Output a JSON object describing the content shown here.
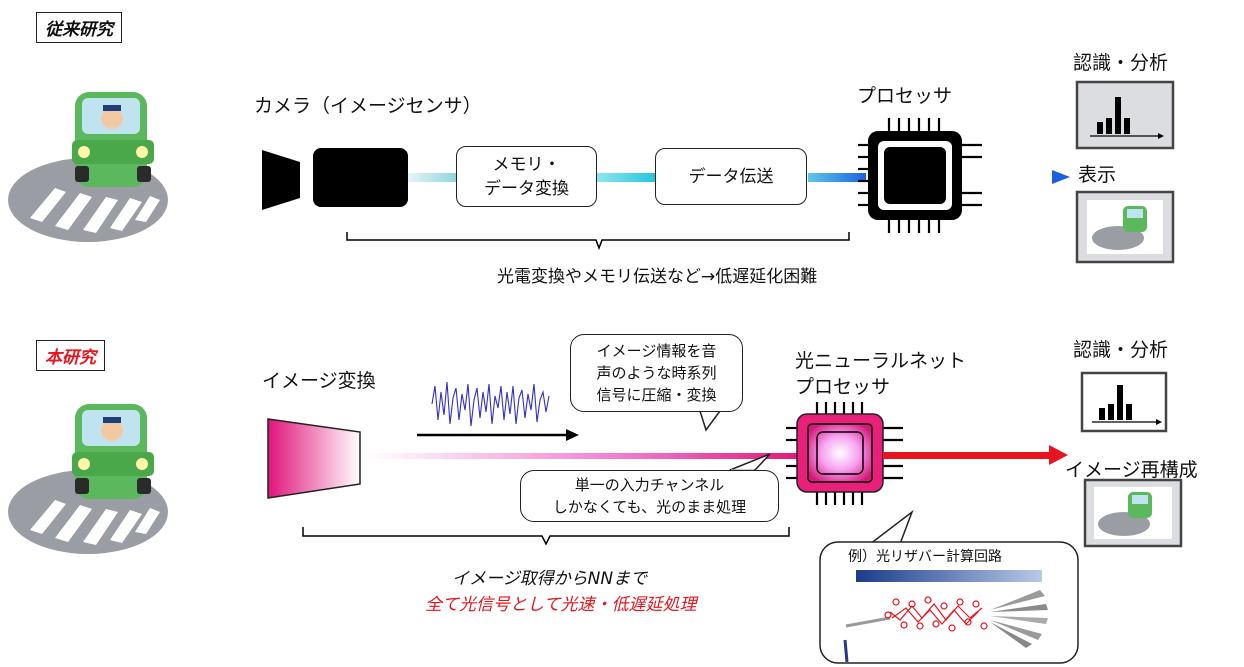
{
  "top": {
    "tag": "従来研究",
    "camera_label": "カメラ（イメージセンサ）",
    "box1": "メモリ・\nデータ変換",
    "box2": "データ伝送",
    "processor_label": "プロセッサ",
    "recognition_label": "認識・分析",
    "display_label": "表示",
    "brace_caption": "光電変換やメモリ伝送など→低遅延化困難"
  },
  "bottom": {
    "tag": "本研究",
    "image_convert_label": "イメージ変換",
    "bubble1": "イメージ情報を音\n声のような時系列\n信号に圧縮・変換",
    "processor_label": "光ニューラルネット\nプロセッサ",
    "recognition_label": "認識・分析",
    "reconstruct_label": "イメージ再構成",
    "bubble2": "単一の入力チャンネル\nしかなくても、光のまま処理",
    "caption_line1": "イメージ取得からNNまで",
    "caption_line2": "全て光信号として光速・低遅延処理",
    "example_label": "例）光リザバー計算回路"
  },
  "colors": {
    "accent_red": "#e8141e",
    "line_blue": "#1a5fe0",
    "chip_pink": "#e8207a",
    "car_green": "#5cb85c"
  }
}
